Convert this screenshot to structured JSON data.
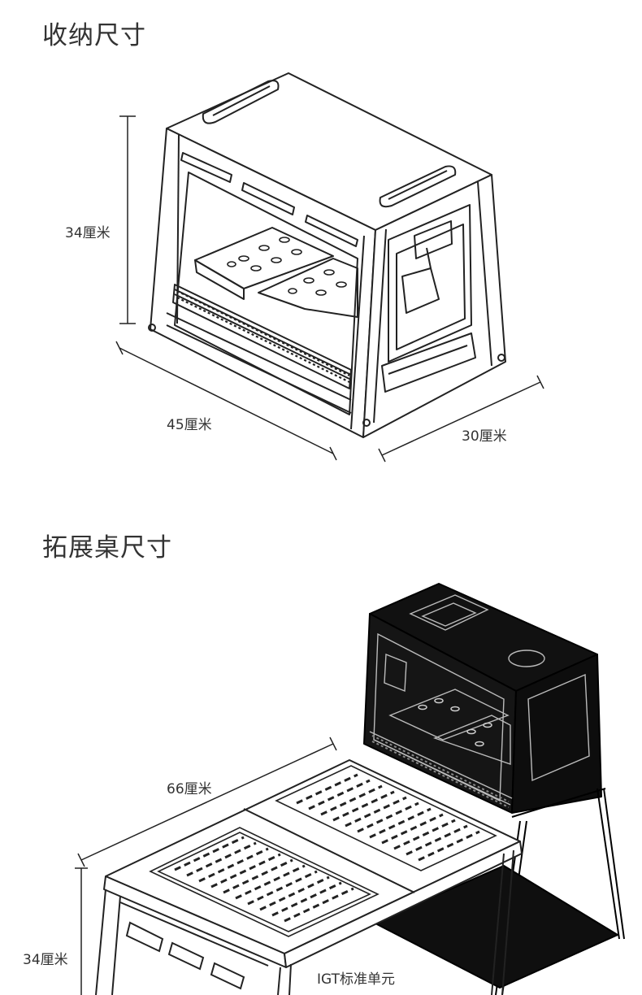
{
  "storage": {
    "title": "收纳尺寸",
    "height_label": "34厘米",
    "width_label": "45厘米",
    "depth_label": "30厘米"
  },
  "expansion": {
    "title": "拓展桌尺寸",
    "width_label": "66厘米",
    "height_label": "34厘米",
    "unit_label": "IGT标准单元"
  },
  "colors": {
    "line": "#222222",
    "dark_unit": "#111111",
    "text": "#333333"
  }
}
